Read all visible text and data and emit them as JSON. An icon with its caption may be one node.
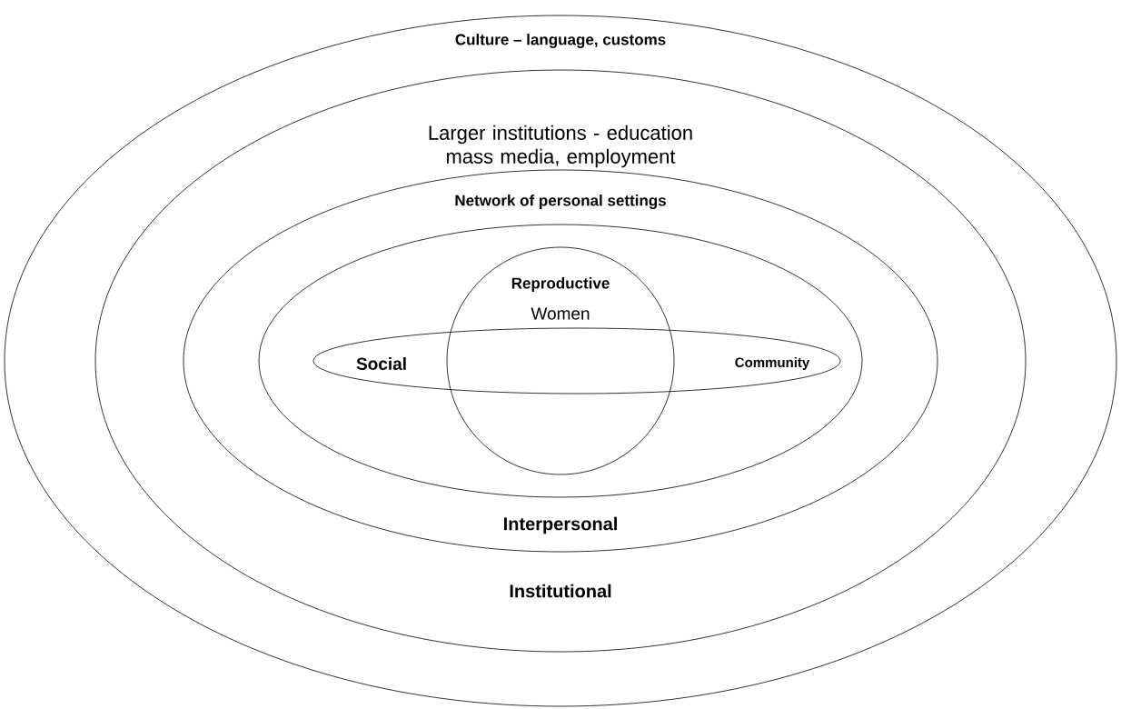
{
  "diagram": {
    "nodes": [
      {
        "text": [
          "Culture – language, customs"
        ]
      },
      {
        "text": [
          "Larger institutions - education mass media, employment",
          "Institutional"
        ],
        "in": 0
      },
      {
        "text": [
          "Network of personal settings",
          "Interpersonal"
        ],
        "in": 1
      },
      {
        "text": [],
        "shape": "ellipse",
        "in": 2
      },
      {
        "text": [
          "Reproductive",
          "Women"
        ],
        "in": 3
      },
      {
        "text": [
          "Social",
          "Community"
        ],
        "in": 3
      }
    ]
  }
}
